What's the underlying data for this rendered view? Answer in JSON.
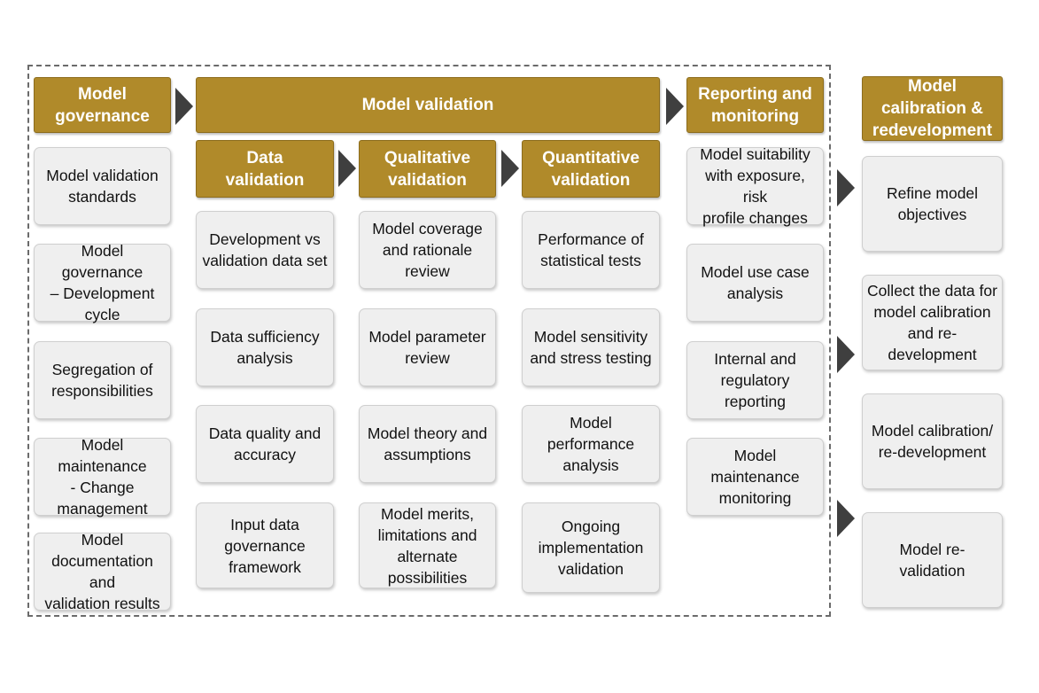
{
  "colors": {
    "header_fill": "#b08a2a",
    "box_fill": "#efefef",
    "arrow_fill": "#3f3f3f",
    "frame_border": "#6b6b6b"
  },
  "icons": {
    "arrow": "chevron-right-triangle"
  },
  "governance": {
    "header": "Model\ngovernance",
    "items": [
      "Model validation\nstandards",
      "Model governance\n– Development\ncycle",
      "Segregation of\nresponsibilities",
      "Model maintenance\n- Change\nmanagement",
      "Model\ndocumentation and\nvalidation results"
    ]
  },
  "validation": {
    "header": "Model validation",
    "data": {
      "header": "Data\nvalidation",
      "items": [
        "Development vs\nvalidation data set",
        "Data sufficiency\nanalysis",
        "Data quality and\naccuracy",
        "Input data\ngovernance\nframework"
      ]
    },
    "qualitative": {
      "header": "Qualitative\nvalidation",
      "items": [
        "Model coverage\nand rationale\nreview",
        "Model parameter\nreview",
        "Model theory and\nassumptions",
        "Model merits,\nlimitations and\nalternate\npossibilities"
      ]
    },
    "quantitative": {
      "header": "Quantitative\nvalidation",
      "items": [
        "Performance of\nstatistical tests",
        "Model sensitivity\nand stress testing",
        "Model performance\nanalysis",
        "Ongoing\nimplementation\nvalidation"
      ]
    }
  },
  "reporting": {
    "header": "Reporting and\nmonitoring",
    "items": [
      "Model suitability\nwith exposure, risk\nprofile changes",
      "Model use case\nanalysis",
      "Internal and\nregulatory reporting",
      "Model maintenance\nmonitoring"
    ]
  },
  "calibration": {
    "header": "Model\ncalibration &\nredevelopment",
    "items": [
      "Refine model\nobjectives",
      "Collect the data for\nmodel calibration\nand re-development",
      "Model calibration/\nre-development",
      "Model re-validation"
    ]
  }
}
